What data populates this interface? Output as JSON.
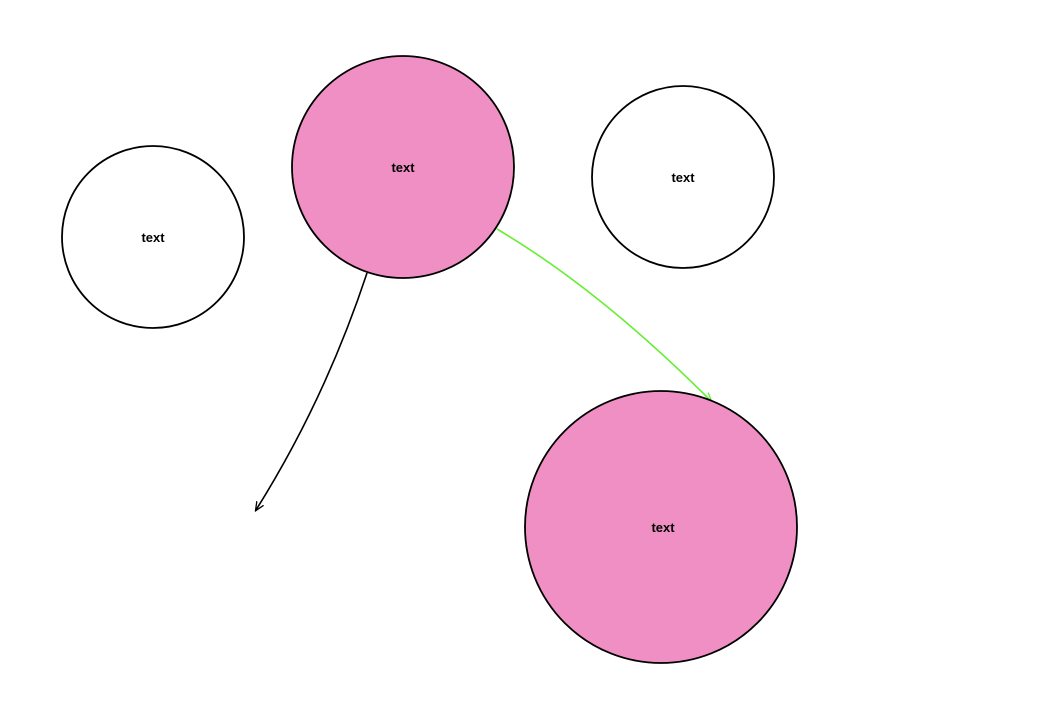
{
  "colors": {
    "background": "#ffffff",
    "outline": "#000000",
    "highlight_fill": "#f08fc4",
    "plain_fill": "#ffffff",
    "green_edge": "#66ee33",
    "black_edge": "#000000"
  },
  "nodes": [
    {
      "id": "node-1",
      "label": "text",
      "highlighted": false
    },
    {
      "id": "node-2",
      "label": "text",
      "highlighted": true
    },
    {
      "id": "node-3",
      "label": "text",
      "highlighted": false
    },
    {
      "id": "node-4",
      "label": "text",
      "highlighted": true
    }
  ],
  "edges": [
    {
      "id": "edge-green",
      "from": "node-2",
      "to": "node-4",
      "color_key": "green_edge"
    },
    {
      "id": "edge-black",
      "from": "node-2",
      "to": "",
      "color_key": "black_edge"
    }
  ]
}
